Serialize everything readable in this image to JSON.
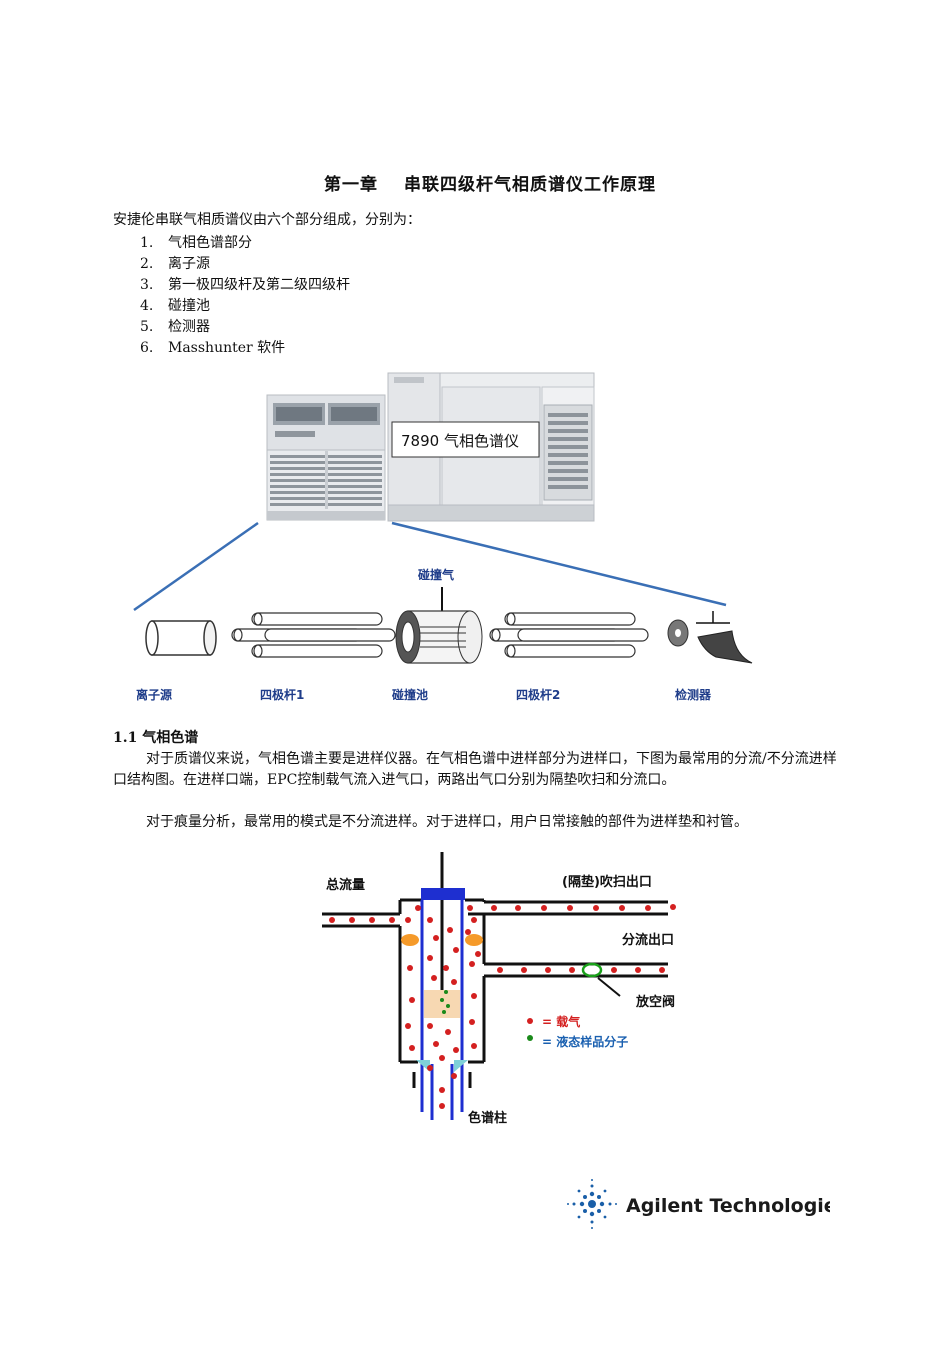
{
  "heading": {
    "chapter": "第一章",
    "title": "串联四级杆气相质谱仪工作原理"
  },
  "intro": "安捷伦串联气相质谱仪由六个部分组成，分别为：",
  "parts": [
    {
      "num": "1.",
      "label": "气相色谱部分"
    },
    {
      "num": "2.",
      "label": "离子源"
    },
    {
      "num": "3.",
      "label": "第一极四级杆及第二级四级杆"
    },
    {
      "num": "4.",
      "label": "碰撞池"
    },
    {
      "num": "5.",
      "label": "检测器"
    },
    {
      "num": "6.",
      "label": "Masshunter 软件"
    }
  ],
  "figure1": {
    "gc_label": "7890 气相色谱仪",
    "collision_gas": "碰撞气",
    "components": [
      "离子源",
      "四极杆1",
      "碰撞池",
      "四极杆2",
      "检测器"
    ]
  },
  "section": {
    "number": "1.1",
    "title": "气相色谱"
  },
  "paragraphs": [
    "对于质谱仪来说，气相色谱主要是进样仪器。在气相色谱中进样部分为进样口，下图为最常用的分流/不分流进样口结构图。在进样口端，EPC控制载气流入进气口，两路出气口分别为隔垫吹扫和分流口。",
    "对于痕量分析，最常用的模式是不分流进样。对于进样口，用户日常接触的部件为进样垫和衬管。"
  ],
  "figure2": {
    "total_flow": "总流量",
    "purge_outlet": "(隔垫)吹扫出口",
    "split_outlet": "分流出口",
    "vent_valve": "放空阀",
    "legend_carrier": "= 载气",
    "legend_sample": "= 液态样品分子",
    "column": "色谱柱"
  },
  "logo": {
    "text": "Agilent Technologies"
  },
  "colors": {
    "blue_line": "#3a6fb5",
    "carrier_red": "#d42020",
    "sample_green": "#1a8a1a",
    "column_blue": "#1e2fd0",
    "legend_blue": "#1f3d8a"
  }
}
